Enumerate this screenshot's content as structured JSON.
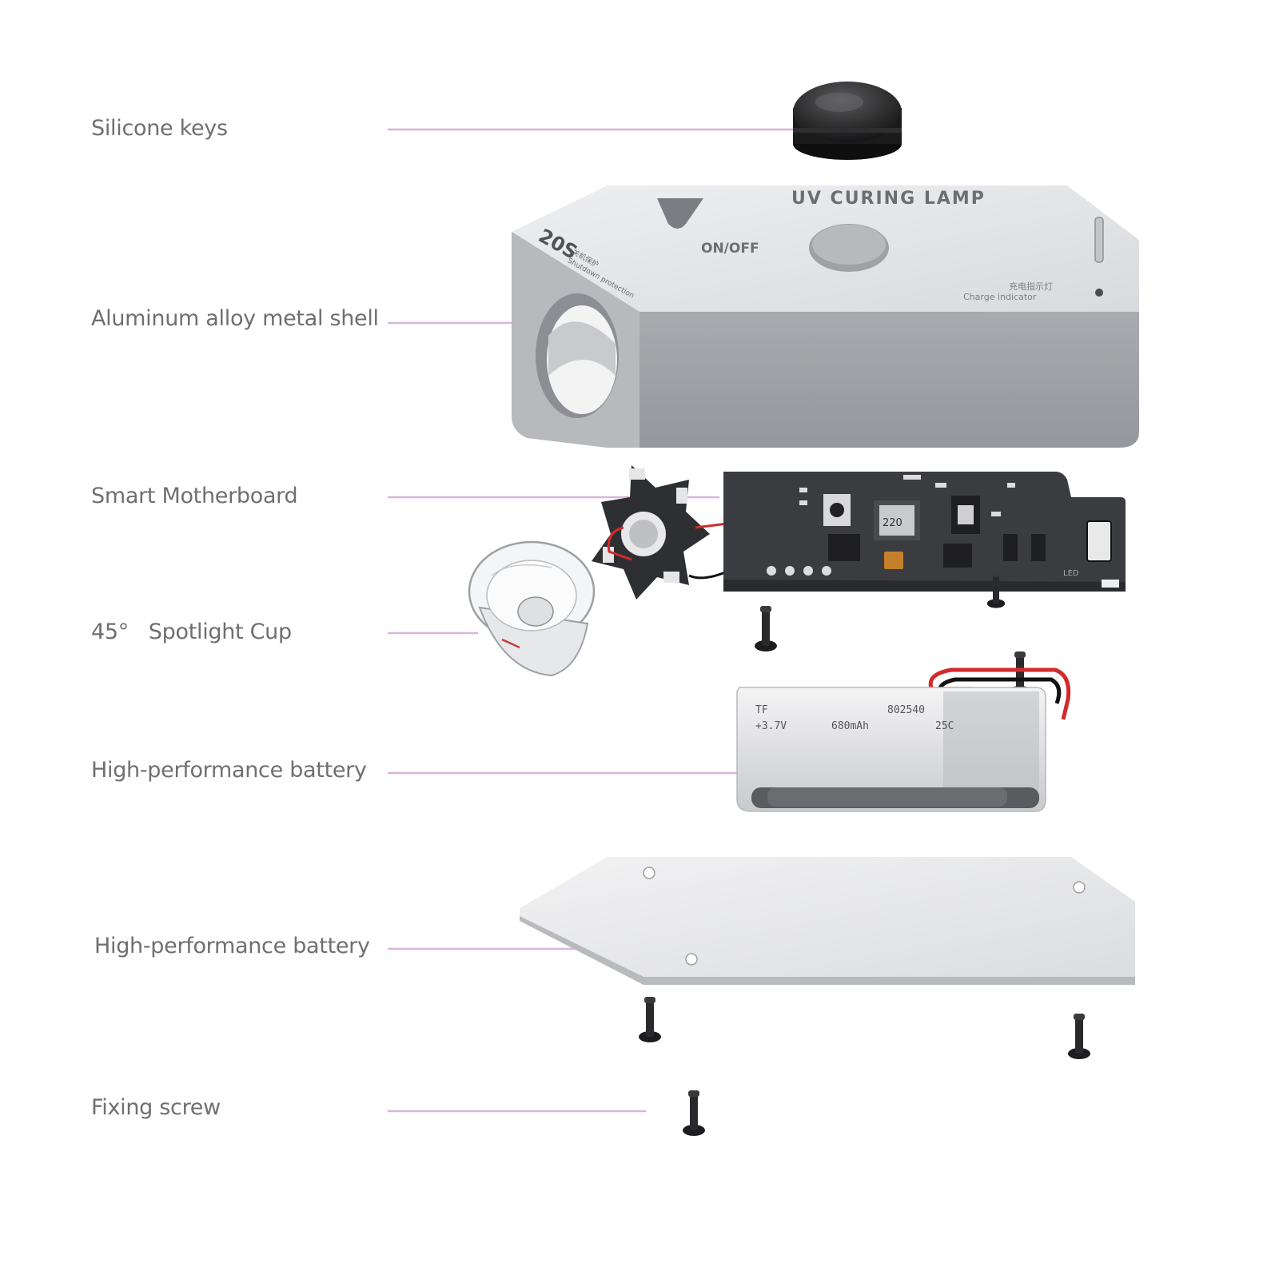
{
  "labels": {
    "silicone_keys": "Silicone keys",
    "shell": "Aluminum alloy metal shell",
    "motherboard": "Smart Motherboard",
    "spotlight_cup": "45°   Spotlight Cup",
    "battery": "High-performance battery",
    "bottom_plate": "High-performance battery",
    "fixing_screw": "Fixing screw"
  },
  "shell_text": {
    "title": "UV CURING LAMP",
    "on_off": "ON/OFF",
    "model": "20S",
    "model_sub_cn": "关机保护",
    "model_sub_en": "Shutdown protection",
    "charge_cn": "充电指示灯",
    "charge_en": "Charge indicator"
  },
  "battery_text": {
    "brand": "TF",
    "code": "802540",
    "voltage": "+3.7V",
    "capacity": "680mAh",
    "rate": "25C"
  },
  "board_text": {
    "inductor": "220",
    "led": "LED"
  },
  "colors": {
    "leader_line": "#d7b6d7",
    "label_text": "#6f6f6f",
    "shell_top": "#e4e5e8",
    "shell_side": "#a6a8ad",
    "pcb": "#3b3c3f"
  }
}
